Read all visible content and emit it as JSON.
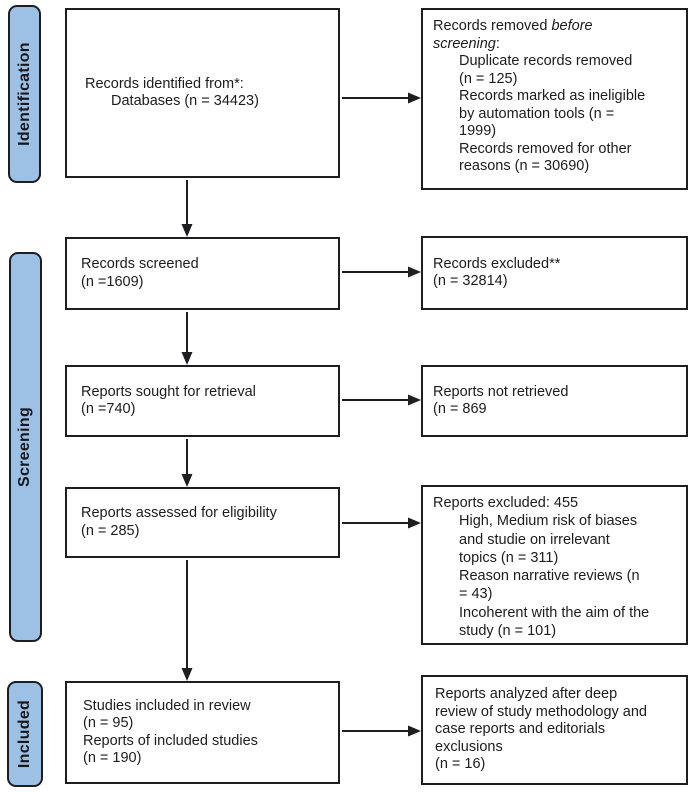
{
  "title": "PRISMA flow diagram",
  "colors": {
    "stage_fill": "#9DC0E5",
    "line_color": "#1D1D22"
  },
  "sidebar": {
    "identification": "Identification",
    "screening": "Screening",
    "included": "Included"
  },
  "boxes": {
    "records_identified": {
      "lines": [
        {
          "ind": 0,
          "seg": [
            [
              "Records identified from*:",
              0
            ]
          ]
        },
        {
          "ind": 1,
          "seg": [
            [
              "Databases (n = 34423)",
              0
            ]
          ]
        }
      ]
    },
    "records_removed": {
      "lines": [
        {
          "ind": 0,
          "seg": [
            [
              "Records removed ",
              0
            ],
            [
              "before",
              1
            ]
          ]
        },
        {
          "ind": 0,
          "seg": [
            [
              "screening",
              1
            ],
            [
              ":",
              0
            ]
          ]
        },
        {
          "ind": 1,
          "seg": [
            [
              "Duplicate records removed",
              0
            ]
          ]
        },
        {
          "ind": 1,
          "seg": [
            [
              "(n = 125)",
              0
            ]
          ]
        },
        {
          "ind": 1,
          "seg": [
            [
              "Records marked as ineligible",
              0
            ]
          ]
        },
        {
          "ind": 1,
          "seg": [
            [
              "by automation tools (n =",
              0
            ]
          ]
        },
        {
          "ind": 1,
          "seg": [
            [
              "1999)",
              0
            ]
          ]
        },
        {
          "ind": 1,
          "seg": [
            [
              "Records removed for other",
              0
            ]
          ]
        },
        {
          "ind": 1,
          "seg": [
            [
              "reasons (n = 30690)",
              0
            ]
          ]
        }
      ]
    },
    "records_screened": {
      "lines": [
        {
          "ind": 0,
          "seg": [
            [
              "Records screened",
              0
            ]
          ]
        },
        {
          "ind": 0,
          "seg": [
            [
              "(n =1609)",
              0
            ]
          ]
        }
      ]
    },
    "records_excluded": {
      "lines": [
        {
          "ind": 0,
          "seg": [
            [
              "Records excluded**",
              0
            ]
          ]
        },
        {
          "ind": 0,
          "seg": [
            [
              "(n = 32814)",
              0
            ]
          ]
        }
      ]
    },
    "reports_sought": {
      "lines": [
        {
          "ind": 0,
          "seg": [
            [
              "Reports sought for retrieval",
              0
            ]
          ]
        },
        {
          "ind": 0,
          "seg": [
            [
              "(n =740)",
              0
            ]
          ]
        }
      ]
    },
    "reports_not_retrieved": {
      "lines": [
        {
          "ind": 0,
          "seg": [
            [
              "Reports not retrieved",
              0
            ]
          ]
        },
        {
          "ind": 0,
          "seg": [
            [
              "(n = 869",
              0
            ]
          ]
        }
      ]
    },
    "reports_assessed": {
      "lines": [
        {
          "ind": 0,
          "seg": [
            [
              "Reports assessed for eligibility",
              0
            ]
          ]
        },
        {
          "ind": 0,
          "seg": [
            [
              "(n = 285)",
              0
            ]
          ]
        }
      ]
    },
    "reports_excluded_reasons": {
      "lines": [
        {
          "ind": 0,
          "seg": [
            [
              "Reports excluded: 455",
              0
            ]
          ]
        },
        {
          "ind": 1,
          "seg": [
            [
              "High, Medium risk of biases",
              0
            ]
          ]
        },
        {
          "ind": 1,
          "seg": [
            [
              "and studie on irrelevant",
              0
            ]
          ]
        },
        {
          "ind": 1,
          "seg": [
            [
              "topics (n = 311)",
              0
            ]
          ]
        },
        {
          "ind": 1,
          "seg": [
            [
              "Reason narrative reviews (n",
              0
            ]
          ]
        },
        {
          "ind": 1,
          "seg": [
            [
              "= 43)",
              0
            ]
          ]
        },
        {
          "ind": 1,
          "seg": [
            [
              "Incoherent with the aim of the",
              0
            ]
          ]
        },
        {
          "ind": 1,
          "seg": [
            [
              "study (n = 101)",
              0
            ]
          ]
        }
      ]
    },
    "studies_included": {
      "lines": [
        {
          "ind": 0,
          "seg": [
            [
              "Studies included in review",
              0
            ]
          ]
        },
        {
          "ind": 0,
          "seg": [
            [
              "(n = 95)",
              0
            ]
          ]
        },
        {
          "ind": 0,
          "seg": [
            [
              "Reports of included studies",
              0
            ]
          ]
        },
        {
          "ind": 0,
          "seg": [
            [
              "(n = 190)",
              0
            ]
          ]
        }
      ]
    },
    "reports_analyzed": {
      "lines": [
        {
          "ind": 0,
          "seg": [
            [
              "Reports analyzed after deep",
              0
            ]
          ]
        },
        {
          "ind": 0,
          "seg": [
            [
              "review of study methodology and",
              0
            ]
          ]
        },
        {
          "ind": 0,
          "seg": [
            [
              "case reports and editorials",
              0
            ]
          ]
        },
        {
          "ind": 0,
          "seg": [
            [
              "exclusions",
              0
            ]
          ]
        },
        {
          "ind": 0,
          "seg": [
            [
              "(n = 16)",
              0
            ]
          ]
        }
      ]
    }
  }
}
